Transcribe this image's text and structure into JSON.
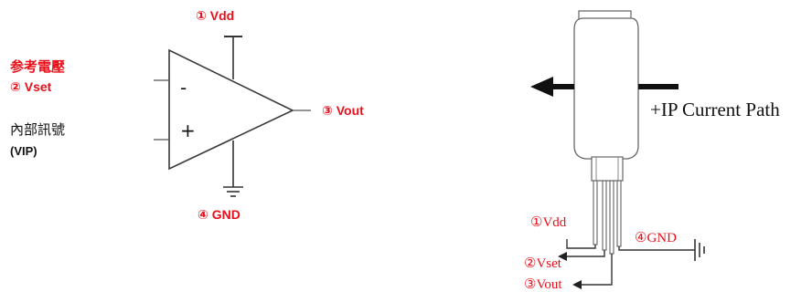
{
  "opamp": {
    "vdd_label": "① Vdd",
    "vset_label_cn": "参考電壓",
    "vset_label": "② Vset",
    "vip_label_cn": "內部訊號",
    "vip_label": "(VIP)",
    "minus_sign": "-",
    "plus_sign": "+",
    "vout_label": "③ Vout",
    "gnd_label": "④ GND"
  },
  "sensor": {
    "current_path_label": "+IP Current Path",
    "vdd_label": "①Vdd",
    "gnd_label": "④GND",
    "vset_label": "②Vset",
    "vout_label": "③Vout"
  },
  "colors": {
    "label_red": "#e8101a",
    "line": "#333333"
  }
}
